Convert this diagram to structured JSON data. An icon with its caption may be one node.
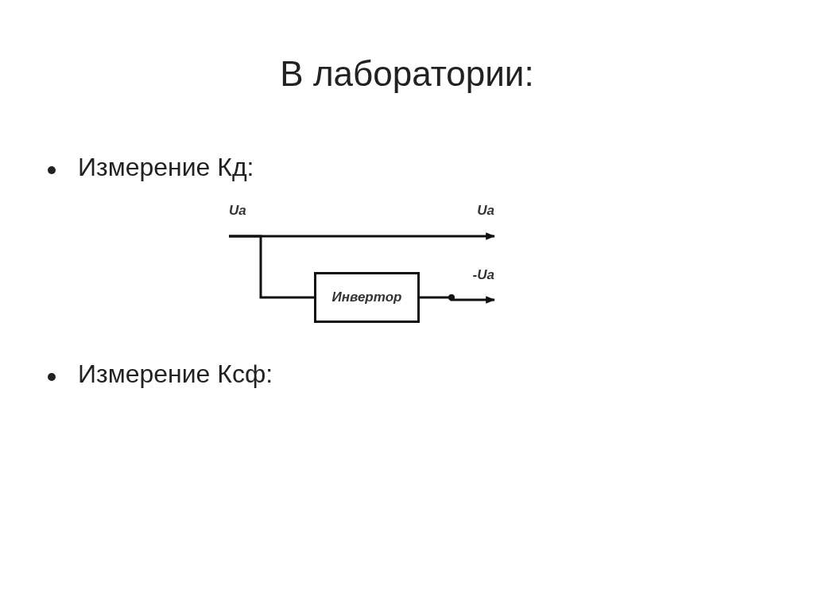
{
  "diagram": {
    "title": "В лаборатории:",
    "nodes": [
      {
        "text": [
          "Ua"
        ]
      },
      {
        "text": [
          "Ua"
        ]
      },
      {
        "text": [
          "Инвертор"
        ]
      },
      {
        "text": [
          "-Ua"
        ]
      }
    ],
    "edges": [
      {
        "from": 0,
        "to": 1,
        "arrow": "to"
      },
      {
        "from": 0,
        "to": 2,
        "arrow": "none"
      },
      {
        "from": 2,
        "to": 3,
        "arrow": "to"
      }
    ],
    "labels": [
      "Измерение Кд:",
      "Измерение Ксф:"
    ]
  }
}
